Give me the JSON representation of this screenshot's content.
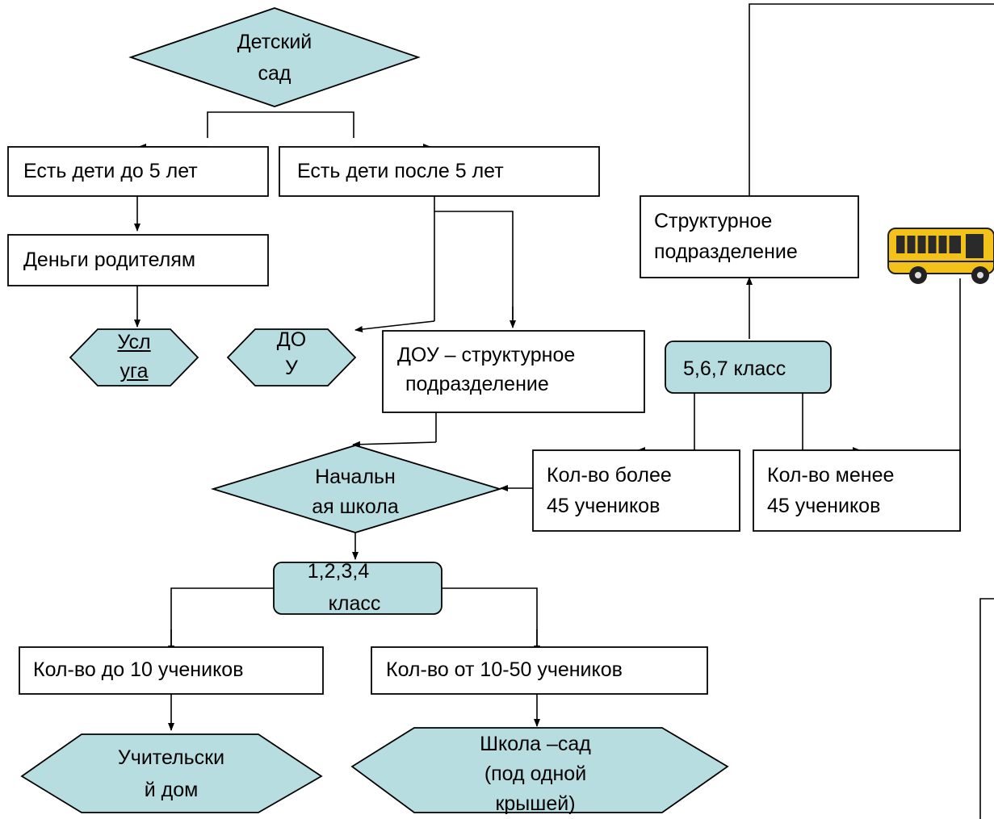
{
  "colors": {
    "fill": "#b7dde0",
    "stroke": "#000000",
    "bus_body": "#f2c21a"
  },
  "nodes": {
    "kindergarten": {
      "line1": "Детский",
      "line2": "сад"
    },
    "kids_under5": "Есть дети до 5 лет",
    "kids_over5": "Есть  дети после 5 лет",
    "money_parents": "Деньги родителям",
    "service": {
      "line1": "Усл",
      "line2": "уга"
    },
    "dou_short": {
      "line1": "ДО",
      "line2": "У"
    },
    "dou_unit": {
      "line1": "ДОУ – структурное",
      "line2": "подразделение"
    },
    "primary_school": {
      "line1": "Начальн",
      "line2": "ая школа"
    },
    "grades_1_4": {
      "line1": "1,2,3,4",
      "line2": "класс"
    },
    "up_to_10": "Кол-во до 10 учеников",
    "from_10_50": "Кол-во от 10-50 учеников",
    "teacher_house": {
      "line1": "Учительски",
      "line2": "й дом"
    },
    "school_garden": {
      "line1": "Школа –сад",
      "line2": "(под одной",
      "line3": "крышей)"
    },
    "grades_5_7": "5,6,7 класс",
    "more_45": {
      "line1": "Кол-во более",
      "line2": "45 учеников"
    },
    "less_45": {
      "line1": "Кол-во менее",
      "line2": "45 учеников"
    },
    "struct_unit": {
      "line1": "Структурное",
      "line2": "подразделение"
    }
  },
  "icons": {
    "bus": "school-bus-icon"
  }
}
